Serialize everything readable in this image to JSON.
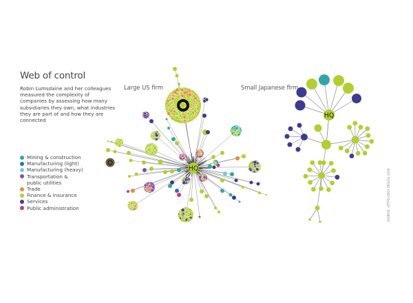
{
  "title": "Web of control",
  "description": "Robin Lumsdaine and her colleagues measured the complexity of companies by assessing how many subsidiaries they own, what industries they are part of and how they are connected",
  "legend": [
    {
      "label": "Mining & construction",
      "color": "#2fa7a6"
    },
    {
      "label": "Manufacturing (light)",
      "color": "#2f6db5"
    },
    {
      "label": "Manufacturing (heavy)",
      "color": "#6fcbe6"
    },
    {
      "label": "Transportation & public utilities",
      "color": "#8a4ba6"
    },
    {
      "label": "Trade",
      "color": "#e08f3c"
    },
    {
      "label": "Finance & insurance",
      "color": "#b3cf2f"
    },
    {
      "label": "Services",
      "color": "#3d3a92"
    },
    {
      "label": "Public administration",
      "color": "#c8387f"
    }
  ],
  "diagrams": {
    "us": {
      "label": "Large US firm",
      "hq": "HQ"
    },
    "japan": {
      "label": "Small Japanese firm",
      "hq": "HQ"
    }
  },
  "source": "SOURCE: HTTPS://DOI.ORG/10.1016"
}
